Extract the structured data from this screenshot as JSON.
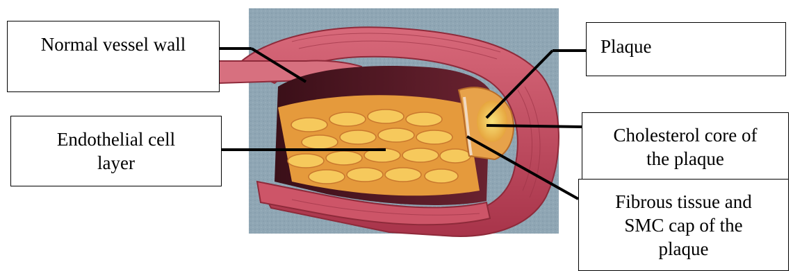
{
  "labels": {
    "normal_vessel_wall": "Normal vessel wall",
    "plaque": "Plaque",
    "endothelial_line1": "Endothelial cell",
    "endothelial_line2": "layer",
    "cholesterol_line1": "Cholesterol core of",
    "cholesterol_line2": "the plaque",
    "fibrous_line1": "Fibrous tissue and",
    "fibrous_line2": "SMC cap of the",
    "fibrous_line3": "plaque"
  },
  "colors": {
    "background_panel": "#8fa6b4",
    "vessel_wall": "#c94a5c",
    "vessel_wall_dark": "#8e2a3a",
    "lumen_dark": "#4a1a22",
    "endothelial_cells": "#f2b94a",
    "cholesterol_core": "#f3d35a",
    "leader_line": "#000000"
  }
}
